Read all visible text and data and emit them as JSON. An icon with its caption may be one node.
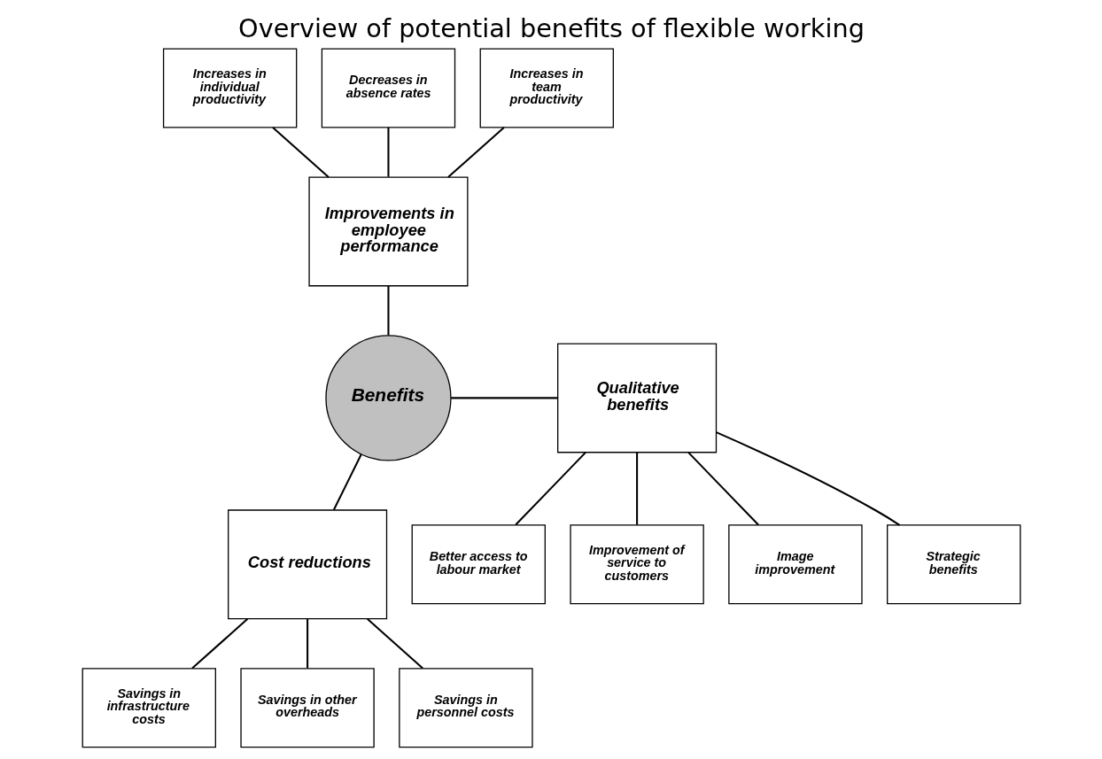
{
  "diagram": {
    "title": "Overview of potential benefits of flexible working",
    "nodes": [
      {
        "text": [
          "Increases in individual productivity"
        ]
      },
      {
        "text": [
          "Decreases in absence rates"
        ]
      },
      {
        "text": [
          "Increases in team productivity"
        ]
      },
      {
        "text": [
          "Improvements in employee performance"
        ]
      },
      {
        "text": [
          "Benefits"
        ]
      },
      {
        "text": [
          "Qualitative benefits"
        ]
      },
      {
        "text": [
          "Better access to labour market"
        ]
      },
      {
        "text": [
          "Improvement of service to customers"
        ]
      },
      {
        "text": [
          "Image improvement"
        ]
      },
      {
        "text": [
          "Strategic benefits"
        ]
      },
      {
        "text": [
          "Cost reductions"
        ]
      },
      {
        "text": [
          "Savings in infrastructure costs"
        ]
      },
      {
        "text": [
          "Savings in other overheads"
        ]
      },
      {
        "text": [
          "Savings in personnel costs"
        ]
      }
    ],
    "edges": [
      {
        "from": 0,
        "to": 3,
        "arrow": "none"
      },
      {
        "from": 1,
        "to": 3,
        "arrow": "none"
      },
      {
        "from": 2,
        "to": 3,
        "arrow": "none"
      },
      {
        "from": 3,
        "to": 4,
        "arrow": "none"
      },
      {
        "from": 4,
        "to": 5,
        "arrow": "none"
      },
      {
        "from": 5,
        "to": 6,
        "arrow": "none"
      },
      {
        "from": 5,
        "to": 7,
        "arrow": "none"
      },
      {
        "from": 5,
        "to": 8,
        "arrow": "none"
      },
      {
        "from": 5,
        "to": 9,
        "arrow": "none"
      },
      {
        "from": 4,
        "to": 10,
        "arrow": "none"
      },
      {
        "from": 10,
        "to": 11,
        "arrow": "none"
      },
      {
        "from": 10,
        "to": 12,
        "arrow": "none"
      },
      {
        "from": 10,
        "to": 13,
        "arrow": "none"
      }
    ]
  }
}
